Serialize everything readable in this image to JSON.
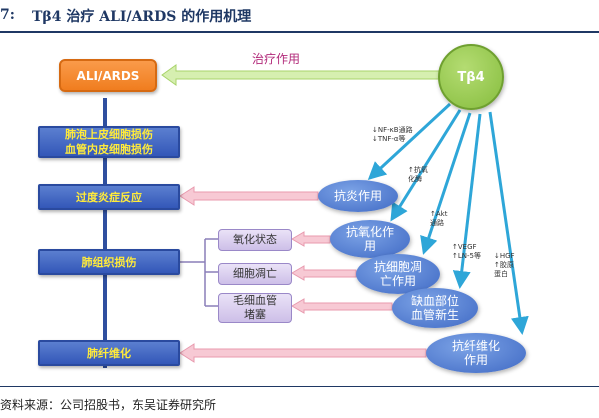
{
  "header": {
    "figure_number": "7:",
    "title": "Tβ4 治疗 ALI/ARDS 的作用机理"
  },
  "diagram": {
    "top_box": "ALI/ARDS",
    "source_node": "Tβ4",
    "therapy_label": "治疗作用",
    "left_boxes": [
      {
        "line1": "肺泡上皮细胞损伤",
        "line2": "血管内皮细胞损伤"
      },
      {
        "line1": "过度炎症反应",
        "line2": ""
      },
      {
        "line1": "肺组织损伤",
        "line2": ""
      },
      {
        "line1": "肺纤维化",
        "line2": ""
      }
    ],
    "sub_boxes": [
      {
        "line1": "氧化状态",
        "line2": ""
      },
      {
        "line1": "细胞凋亡",
        "line2": ""
      },
      {
        "line1": "毛细血管",
        "line2": "堵塞"
      }
    ],
    "ellipses": [
      {
        "line1": "抗炎作用",
        "line2": ""
      },
      {
        "line1": "抗氧化作",
        "line2": "用"
      },
      {
        "line1": "抗细胞凋",
        "line2": "亡作用"
      },
      {
        "line1": "缺血部位",
        "line2": "血管新生"
      },
      {
        "line1": "抗纤维化",
        "line2": "作用"
      }
    ],
    "annotations": [
      {
        "line1": "↓NF-κB通路",
        "line2": "↓TNF-α等"
      },
      {
        "line1": "↑抗氧",
        "line2": "化酶"
      },
      {
        "line1": "↑Akt",
        "line2": "通路"
      },
      {
        "line1": "↑VEGF",
        "line2": "↑LN-5等"
      },
      {
        "line1": "↓HGF",
        "line2": "↑胶原",
        "line3": "蛋白"
      }
    ]
  },
  "footer": {
    "source": "资料来源：公司招股书，东吴证券研究所"
  },
  "colors": {
    "blue_box": "#3f63c0",
    "blue_text": "#ffeb3b",
    "orange": "#f28a2e",
    "green": "#9acd50",
    "arrow_cyan": "#2ea6d8",
    "pink_arrow": "#f3b6c6",
    "lavender": "#d9cdf0",
    "header_navy": "#1f3864"
  }
}
